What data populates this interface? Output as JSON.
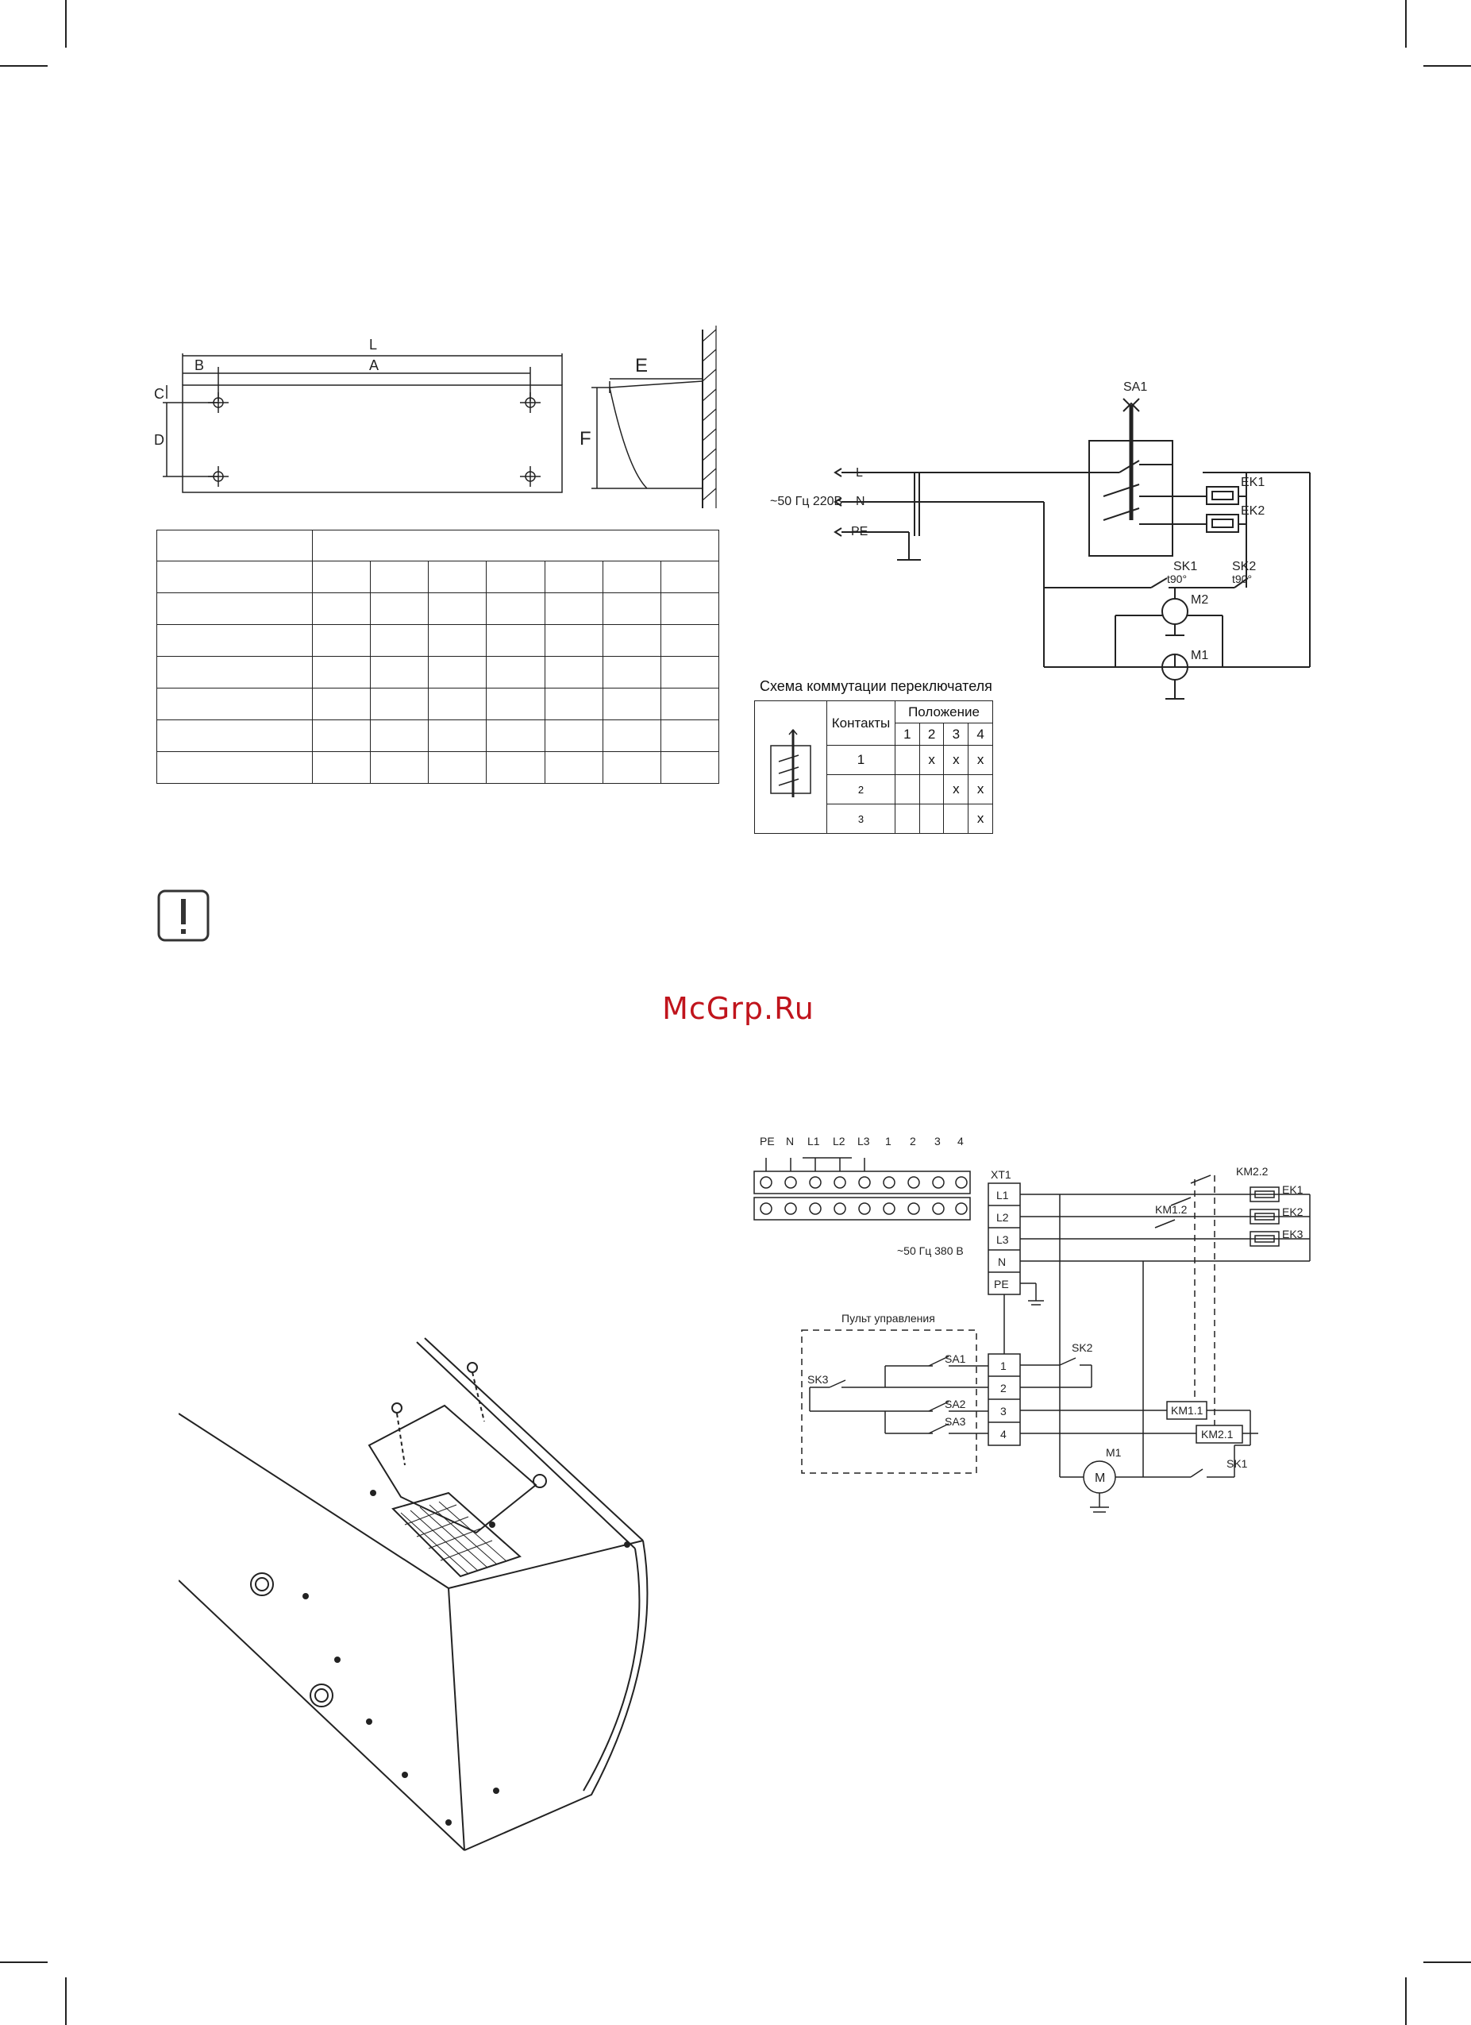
{
  "watermark": "McGrp.Ru",
  "mounting_dims": {
    "L": "L",
    "A": "A",
    "B": "B",
    "C": "C",
    "D": "D",
    "E": "E",
    "F": "F"
  },
  "schematic_220": {
    "SA1": "SA1",
    "L": "L",
    "N": "N",
    "PE": "PE",
    "supply": "~50 Гц 220В",
    "EK1": "EK1",
    "EK2": "EK2",
    "SK1": "SK1",
    "SK2": "SK2",
    "SK1_temp": "t90°",
    "SK2_temp": "t90°",
    "M2": "M2",
    "M1": "M1"
  },
  "switch_table": {
    "caption": "Схема коммутации переключателя",
    "contacts_header": "Контакты",
    "position_header": "Положение",
    "positions": [
      "1",
      "2",
      "3",
      "4"
    ],
    "rows": [
      {
        "contact": "1",
        "cells": [
          "",
          "x",
          "x",
          "x"
        ]
      },
      {
        "contact": "2",
        "cells": [
          "",
          "",
          "x",
          "x"
        ]
      },
      {
        "contact": "3",
        "cells": [
          "",
          "",
          "",
          "x"
        ]
      }
    ]
  },
  "schematic_380": {
    "terminals": [
      "PE",
      "N",
      "L1",
      "L2",
      "L3",
      "1",
      "2",
      "3",
      "4"
    ],
    "XT1": "XT1",
    "xt1_upper": [
      "L1",
      "L2",
      "L3",
      "N",
      "PE"
    ],
    "xt1_lower": [
      "1",
      "2",
      "3",
      "4"
    ],
    "supply": "~50 Гц 380 В",
    "KM2_2": "KM2.2",
    "KM1_2": "KM1.2",
    "EK1": "EK1",
    "EK2": "EK2",
    "EK3": "EK3",
    "panel": "Пульт управления",
    "SA1": "SA1",
    "SA2": "SA2",
    "SA3": "SA3",
    "SK3": "SK3",
    "SK2": "SK2",
    "SK1": "SK1",
    "KM1_1": "KM1.1",
    "KM2_1": "KM2.1",
    "M1": "M1",
    "M_symbol": "M"
  }
}
